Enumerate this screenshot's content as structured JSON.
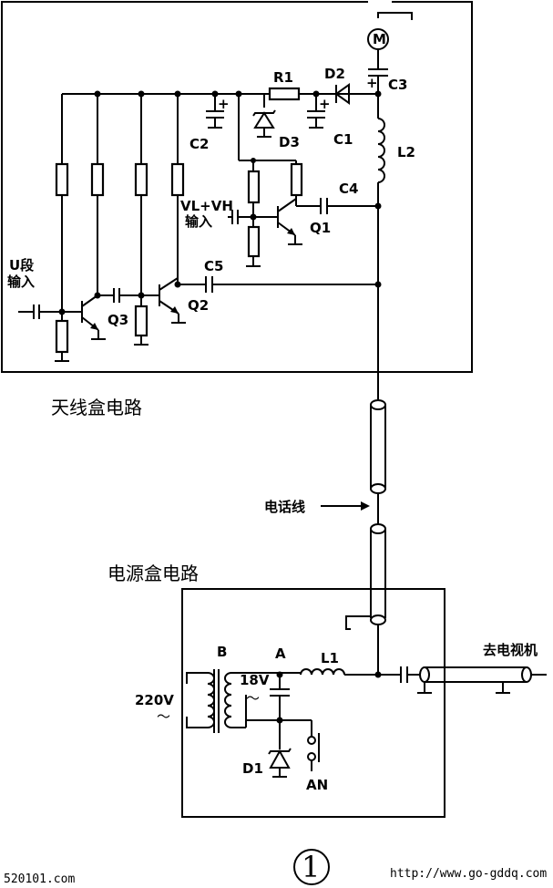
{
  "labels": {
    "antenna_box_title": "天线盒电路",
    "power_box_title": "电源盒电路",
    "phone_line": "电话线",
    "to_tv": "去电视机",
    "u_input_1": "U段",
    "u_input_2": "输入",
    "vlvh_input_1": "VL+VH",
    "vlvh_input_2": "输入",
    "mains": "220V",
    "dc_voltage": "18V",
    "figure_number": "1"
  },
  "components": {
    "q1": "Q1",
    "q2": "Q2",
    "q3": "Q3",
    "r1": "R1",
    "c1": "C1",
    "c2": "C2",
    "c3": "C3",
    "c4": "C4",
    "c5": "C5",
    "d1": "D1",
    "d2": "D2",
    "d3": "D3",
    "l1": "L1",
    "l2": "L2",
    "node_a": "A",
    "node_b": "B",
    "switch_an": "AN",
    "motor": "M",
    "plus": "+"
  },
  "watermarks": {
    "left": "520101.com",
    "right": "http://www.go-gddq.com"
  }
}
